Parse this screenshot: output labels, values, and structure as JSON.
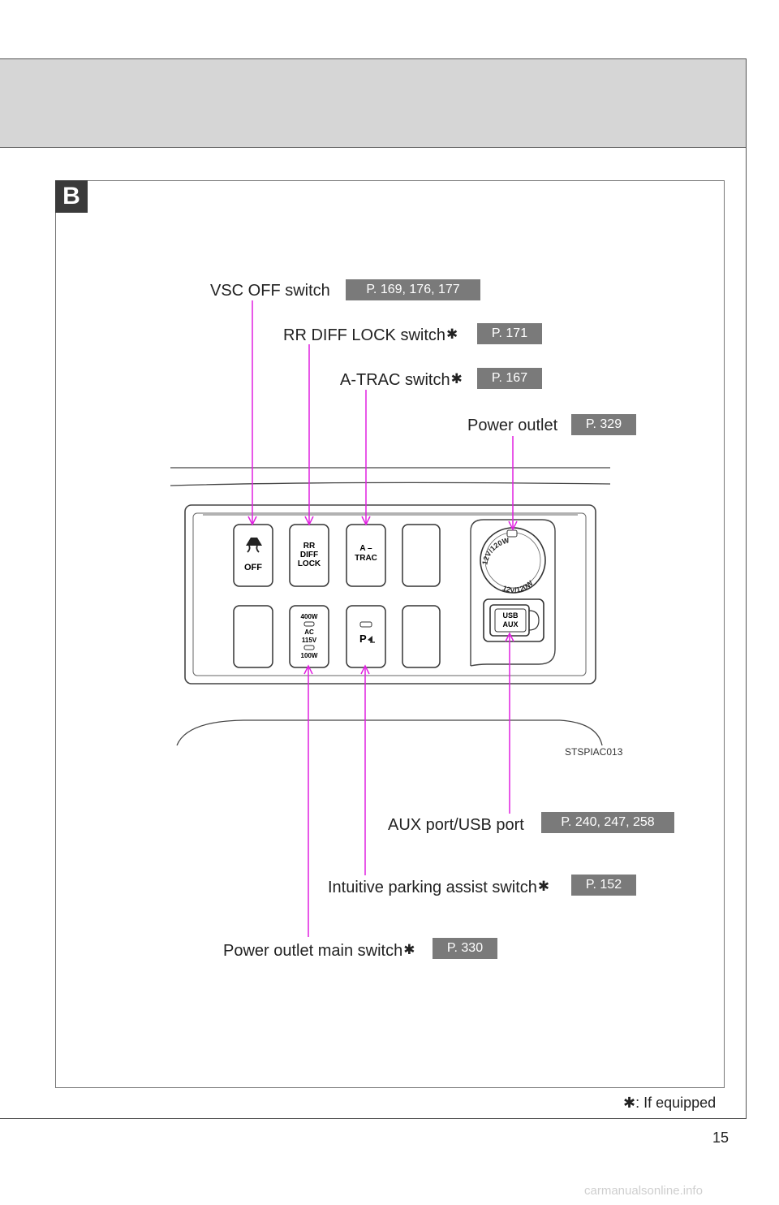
{
  "section": {
    "letter": "B"
  },
  "callouts": {
    "vsc_off": {
      "label": "VSC OFF switch",
      "pages": "P. 169, 176, 177",
      "equipped_mark": ""
    },
    "rr_diff_lock": {
      "label": "RR DIFF LOCK switch",
      "pages": "P. 171",
      "equipped_mark": "✱"
    },
    "a_trac": {
      "label": "A-TRAC switch",
      "pages": "P. 167",
      "equipped_mark": "✱"
    },
    "power_outlet": {
      "label": "Power outlet",
      "pages": "P. 329",
      "equipped_mark": ""
    },
    "aux_usb": {
      "label": "AUX port/USB port",
      "pages": "P. 240, 247, 258",
      "equipped_mark": ""
    },
    "parking_assist": {
      "label": "Intuitive parking assist switch",
      "pages": "P. 152",
      "equipped_mark": "✱"
    },
    "power_outlet_main": {
      "label": "Power outlet main switch",
      "pages": "P. 330",
      "equipped_mark": "✱"
    }
  },
  "switch_panel": {
    "vsc_text": "OFF",
    "rr_diff_lines": [
      "RR",
      "DIFF",
      "LOCK"
    ],
    "a_trac_lines": [
      "A –",
      "TRAC"
    ],
    "power_outlet_switch_lines": [
      "400W",
      "AC",
      "115V",
      "100W"
    ],
    "parking_text": "P",
    "socket_ring_text": "12V/120W",
    "usb_lines": [
      "USB",
      "AUX"
    ]
  },
  "figure_code": "STSPIAC013",
  "footnote": {
    "mark": "✱",
    "text": ": If equipped"
  },
  "page_number": "15",
  "watermark": "carmanualsonline.info",
  "colors": {
    "leader_line": "#e020e0",
    "badge_bg": "#7a7a7a",
    "header_band": "#d6d6d6",
    "section_tab": "#3a3a3a"
  },
  "icons": [
    "vsc-skid-icon",
    "parking-sensor-icon",
    "power-socket-icon",
    "usb-port-icon"
  ]
}
